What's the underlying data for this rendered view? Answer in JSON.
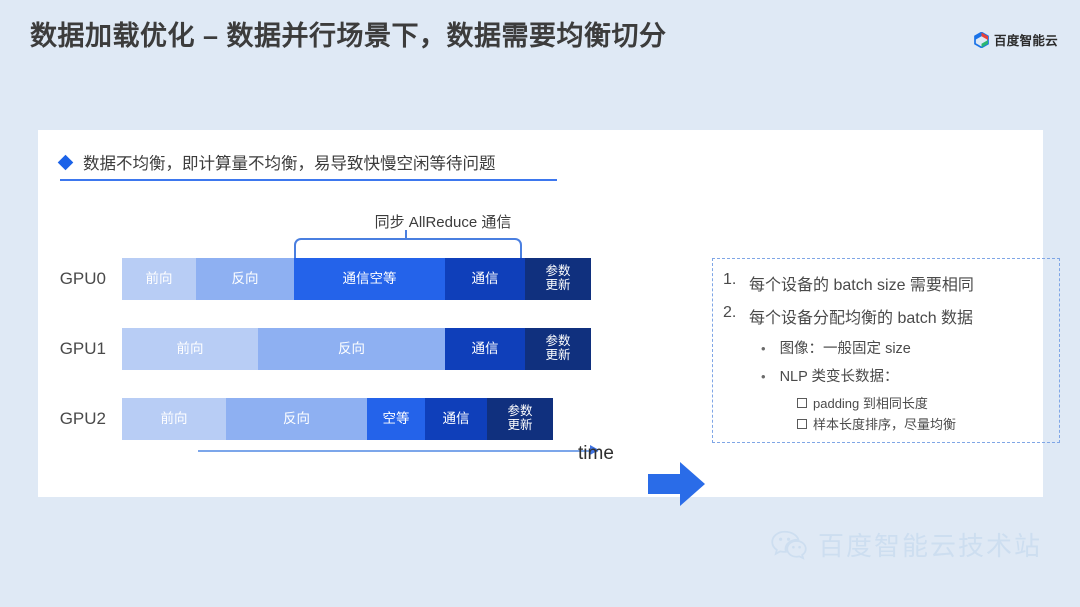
{
  "header": {
    "title": "数据加载优化 – 数据并行场景下，数据需要均衡切分",
    "brand": "百度智能云",
    "brand_icon": "baidu-cloud-hexagon-icon"
  },
  "card": {
    "bullet": {
      "icon": "diamond-bullet-icon",
      "text": "数据不均衡，即计算量不均衡，易导致快慢空闲等待问题"
    }
  },
  "diagram": {
    "allreduce_label": "同步 AllReduce 通信",
    "time_label": "time",
    "arrow_icon": "right-arrow-icon",
    "rows": [
      {
        "label": "GPU0",
        "segments": [
          {
            "text": "前向",
            "width": 74,
            "color": "#b8cdf5"
          },
          {
            "text": "反向",
            "width": 98,
            "color": "#8eb0f2"
          },
          {
            "text": "通信空等",
            "width": 151,
            "color": "#2463ea"
          },
          {
            "text": "通信",
            "width": 80,
            "color": "#0f3fba"
          },
          {
            "text": "参数\n更新",
            "width": 66,
            "color": "#10307e"
          }
        ]
      },
      {
        "label": "GPU1",
        "segments": [
          {
            "text": "前向",
            "width": 136,
            "color": "#b8cdf5"
          },
          {
            "text": "反向",
            "width": 187,
            "color": "#8eb0f2"
          },
          {
            "text": "通信",
            "width": 80,
            "color": "#0f3fba"
          },
          {
            "text": "参数\n更新",
            "width": 66,
            "color": "#10307e"
          }
        ]
      },
      {
        "label": "GPU2",
        "segments": [
          {
            "text": "前向",
            "width": 104,
            "color": "#b8cdf5"
          },
          {
            "text": "反向",
            "width": 141,
            "color": "#8eb0f2"
          },
          {
            "text": "空等",
            "width": 58,
            "color": "#2463ea"
          },
          {
            "text": "通信",
            "width": 62,
            "color": "#0f3fba"
          },
          {
            "text": "参数\n更新",
            "width": 66,
            "color": "#10307e"
          }
        ]
      }
    ]
  },
  "notes": {
    "items": [
      {
        "num": "1.",
        "text": "每个设备的 batch size 需要相同"
      },
      {
        "num": "2.",
        "text": "每个设备分配均衡的 batch 数据"
      }
    ],
    "sub_items": [
      {
        "bullet": "•",
        "text": "图像：一般固定 size"
      },
      {
        "bullet": "•",
        "text": "NLP 类变长数据："
      }
    ],
    "leaf_items": [
      {
        "text": "padding 到相同长度"
      },
      {
        "text": "样本长度排序，尽量均衡"
      }
    ]
  },
  "footer": {
    "wechat_icon": "wechat-icon",
    "text": "百度智能云技术站"
  },
  "colors": {
    "background": "#dfe9f5",
    "card": "#ffffff",
    "accent": "#1b62e8",
    "bracket": "#4a7fe0",
    "note_border": "#7fa6e6"
  }
}
